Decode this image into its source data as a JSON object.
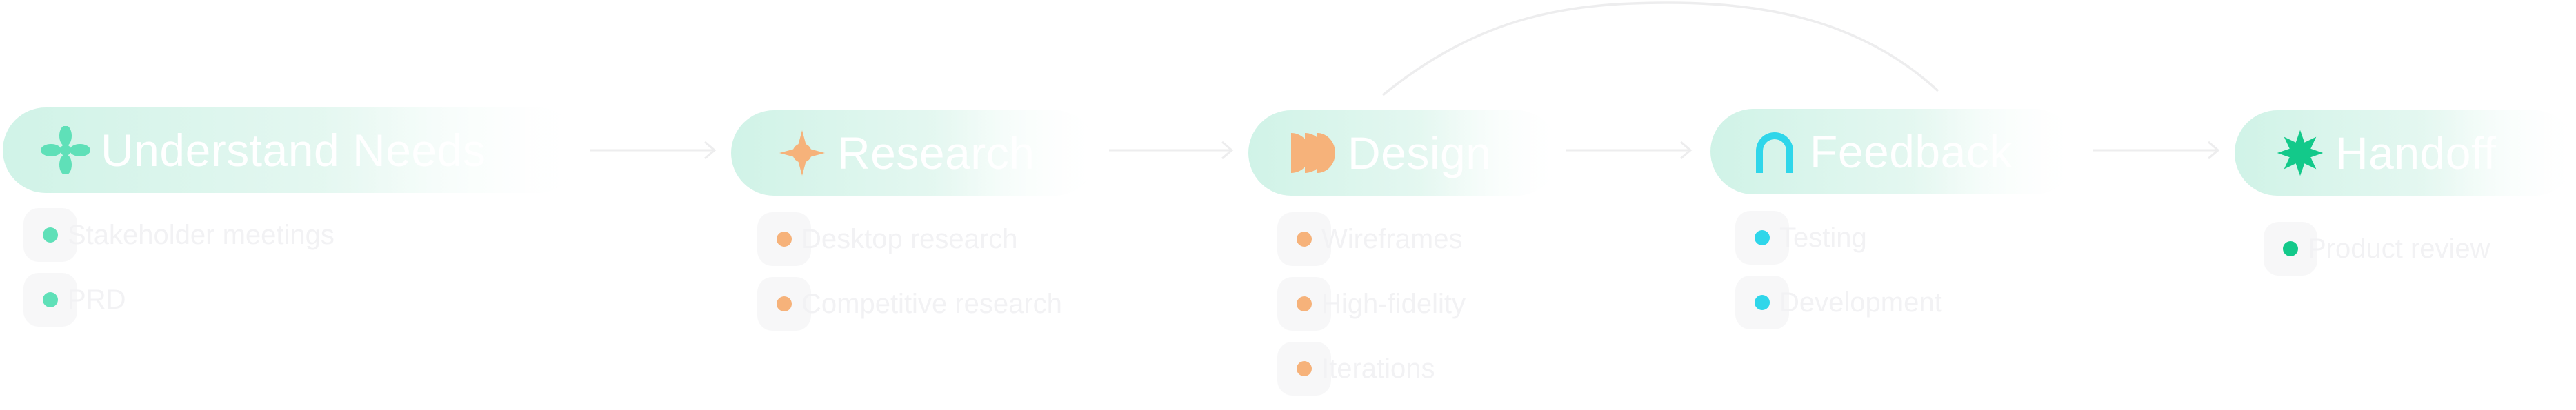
{
  "stages": [
    {
      "title": "Understand Needs",
      "icon": "flower-cross-icon",
      "dot_color": "#5fe0b8",
      "items": [
        "Stakeholder meetings",
        "PRD"
      ]
    },
    {
      "title": "Research",
      "icon": "sparkle-star-icon",
      "dot_color": "#f6b27a",
      "items": [
        "Desktop research",
        "Competitive research"
      ]
    },
    {
      "title": "Design",
      "icon": "half-circles-icon",
      "dot_color": "#f6b27a",
      "items": [
        "Wireframes",
        "High-fidelity",
        "Iterations"
      ]
    },
    {
      "title": "Feedback",
      "icon": "arch-icon",
      "dot_color": "#2fd6ea",
      "items": [
        "Testing",
        "Development"
      ]
    },
    {
      "title": "Handoff",
      "icon": "star-burst-icon",
      "dot_color": "#13c98a",
      "items": [
        "Product review"
      ]
    }
  ],
  "colors": {
    "pill": "#d9f5ea",
    "connector": "#eeeeef",
    "title_text": "#ffffff",
    "item_text": "#f2f2f4"
  }
}
